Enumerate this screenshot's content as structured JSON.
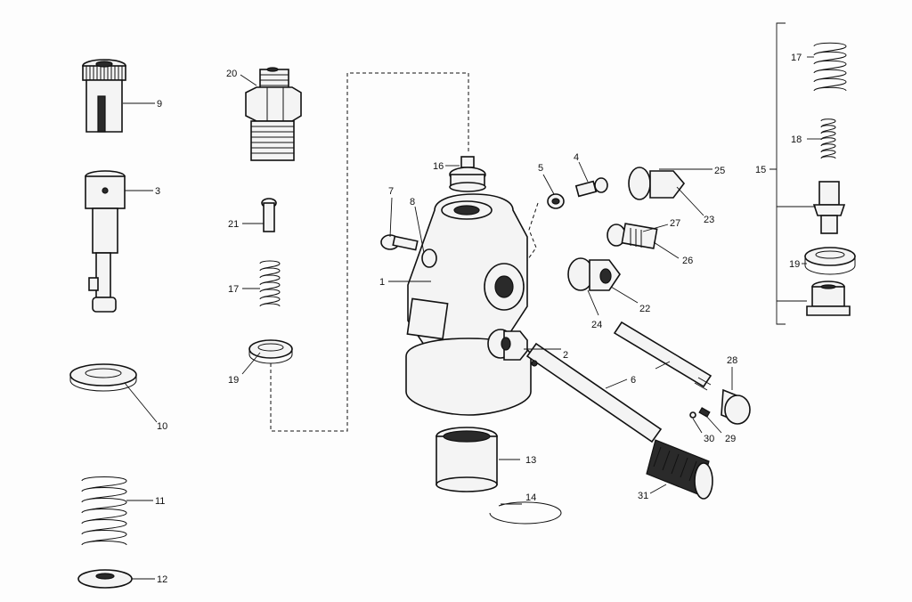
{
  "labels": {
    "p1": "1",
    "p2": "2",
    "p3": "3",
    "p4": "4",
    "p5": "5",
    "p6": "6",
    "p7": "7",
    "p8": "8",
    "p9": "9",
    "p10": "10",
    "p11": "11",
    "p12": "12",
    "p13": "13",
    "p14": "14",
    "p15": "15",
    "p16": "16",
    "p17a": "17",
    "p17b": "17",
    "p18": "18",
    "p19a": "19",
    "p19b": "19",
    "p20": "20",
    "p21": "21",
    "p22": "22",
    "p23": "23",
    "p24": "24",
    "p25": "25",
    "p26": "26",
    "p27": "27",
    "p28": "28",
    "p29": "29",
    "p30": "30",
    "p31": "31"
  }
}
